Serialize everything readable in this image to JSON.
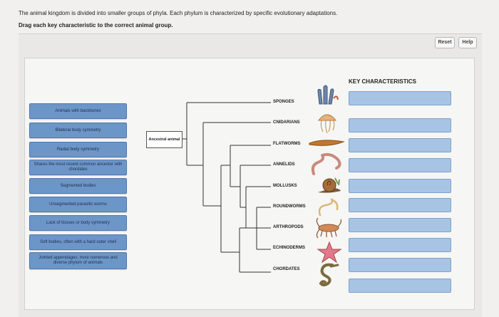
{
  "instructions": {
    "line1": "The animal kingdom is divided into smaller groups of phyla. Each phylum is characterized by specific evolutionary adaptations.",
    "line2": "Drag each key characteristic to the correct animal group."
  },
  "buttons": {
    "reset": "Reset",
    "help": "Help"
  },
  "characteristics": [
    "Animals with backbones",
    "Bilateral body symmetry",
    "Radial body symmetry",
    "Shares the most recent common ancestor with chordates",
    "Segmented bodies",
    "Unsegmented parasitic worms",
    "Lack of tissues or body symmetry",
    "Soft bodies, often with a hard outer shell",
    "Jointed appendages; most numerous and diverse phylum of animals"
  ],
  "tree": {
    "ancestor": "Ancestral animal",
    "taxa": [
      "SPONGES",
      "CNIDARIANS",
      "FLATWORMS",
      "ANNELIDS",
      "MOLLUSKS",
      "ROUNDWORMS",
      "ARTHROPODS",
      "ECHINODERMS",
      "CHORDATES"
    ]
  },
  "key_heading": "KEY CHARACTERISTICS",
  "animal_icons": [
    "sponge-icon",
    "jellyfish-icon",
    "flatworm-icon",
    "earthworm-icon",
    "snail-icon",
    "roundworm-icon",
    "lobster-icon",
    "starfish-icon",
    "seahorse-icon"
  ]
}
